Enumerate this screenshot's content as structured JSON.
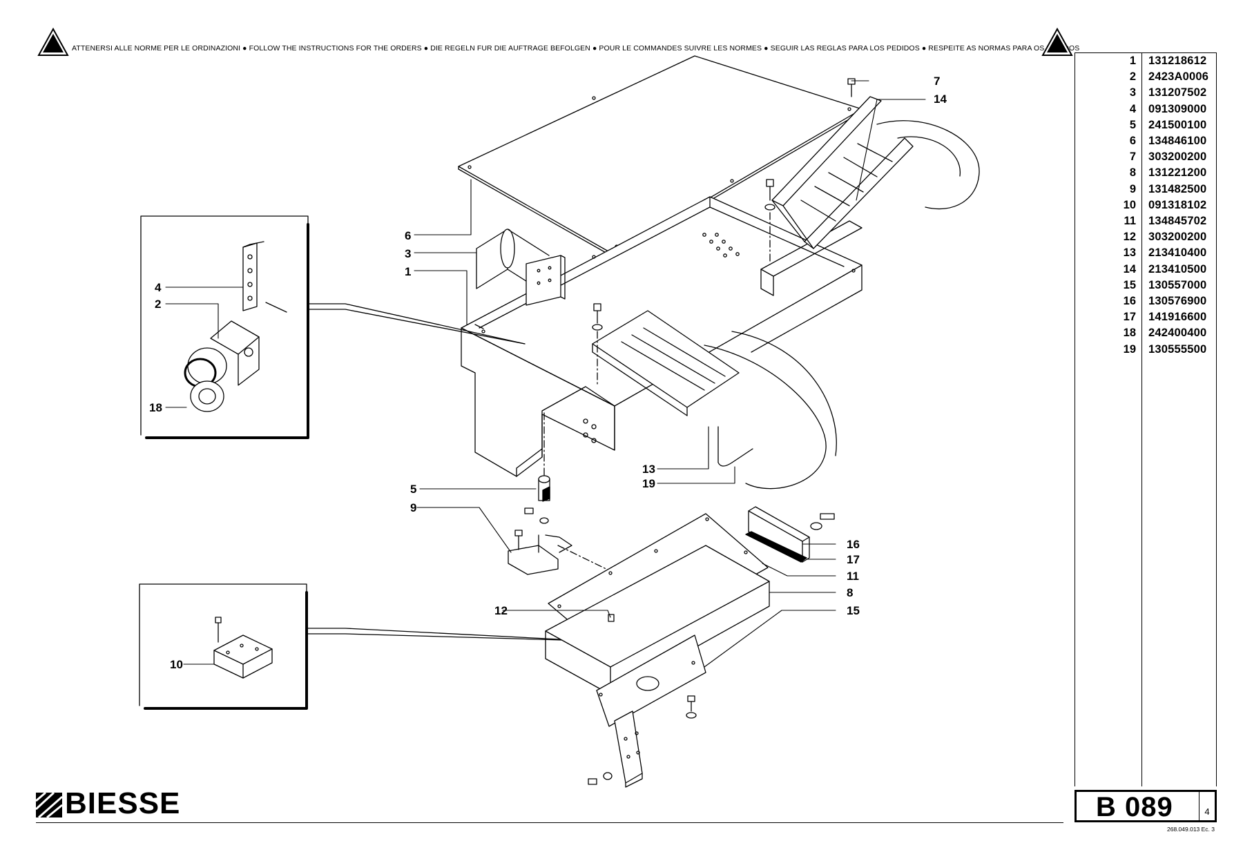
{
  "header": {
    "instructions": "ATTENERSI ALLE NORME PER LE ORDINAZIONI ● FOLLOW THE INSTRUCTIONS FOR THE ORDERS ● DIE REGELN FUR DIE AUFTRAGE BEFOLGEN ● POUR LE COMMANDES SUIVRE LES NORMES ● SEGUIR LAS REGLAS PARA LOS PEDIDOS ● RESPEITE AS NORMAS PARA OS PEDIDOS"
  },
  "parts": [
    {
      "pos": "1",
      "code": "131218612"
    },
    {
      "pos": "2",
      "code": "2423A0006"
    },
    {
      "pos": "3",
      "code": "131207502"
    },
    {
      "pos": "4",
      "code": "091309000"
    },
    {
      "pos": "5",
      "code": "241500100"
    },
    {
      "pos": "6",
      "code": "134846100"
    },
    {
      "pos": "7",
      "code": "303200200"
    },
    {
      "pos": "8",
      "code": "131221200"
    },
    {
      "pos": "9",
      "code": "131482500"
    },
    {
      "pos": "10",
      "code": "091318102"
    },
    {
      "pos": "11",
      "code": "134845702"
    },
    {
      "pos": "12",
      "code": "303200200"
    },
    {
      "pos": "13",
      "code": "213410400"
    },
    {
      "pos": "14",
      "code": "213410500"
    },
    {
      "pos": "15",
      "code": "130557000"
    },
    {
      "pos": "16",
      "code": "130576900"
    },
    {
      "pos": "17",
      "code": "141916600"
    },
    {
      "pos": "18",
      "code": "242400400"
    },
    {
      "pos": "19",
      "code": "130555500"
    }
  ],
  "callouts": {
    "c1": "1",
    "c2": "2",
    "c3": "3",
    "c4": "4",
    "c5": "5",
    "c6": "6",
    "c7": "7",
    "c8": "8",
    "c9": "9",
    "c10": "10",
    "c11": "11",
    "c12": "12",
    "c13": "13",
    "c14": "14",
    "c15": "15",
    "c16": "16",
    "c17": "17",
    "c18": "18",
    "c19": "19"
  },
  "sheet": {
    "code": "B 089",
    "page": "4",
    "doc_ref": "268.049.013 Ec. 3"
  },
  "brand": {
    "name": "BIESSE"
  },
  "icons": {
    "warning": "warning-triangle-icon",
    "logo": "biesse-logo-icon"
  }
}
